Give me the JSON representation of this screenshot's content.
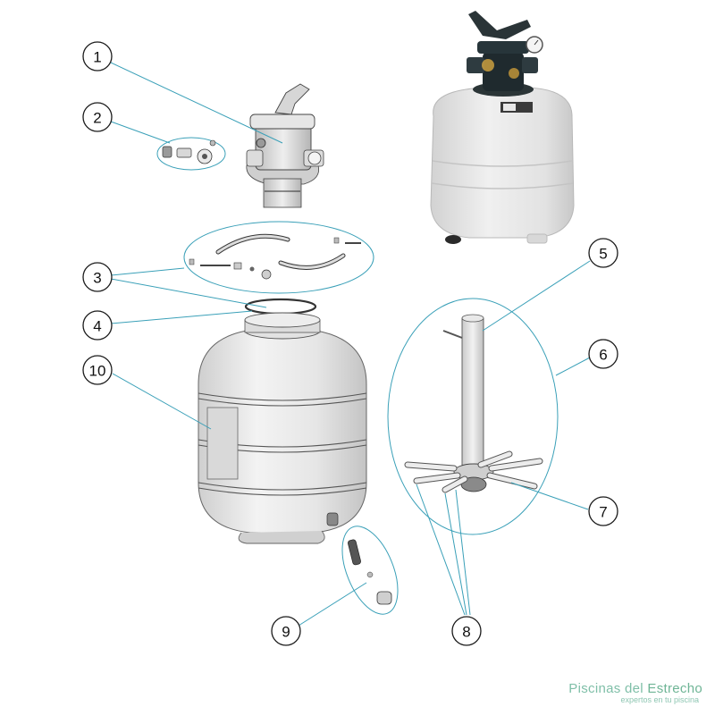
{
  "callouts": {
    "c1": "1",
    "c2": "2",
    "c3": "3",
    "c4": "4",
    "c5": "5",
    "c6": "6",
    "c7": "7",
    "c8": "8",
    "c9": "9",
    "c10": "10"
  },
  "logo": {
    "brand_prefix": "Piscinas del ",
    "brand_name": "Estrecho",
    "tagline": "expertos en tu piscina"
  },
  "colors": {
    "leader": "#3aa0b8",
    "tank_light": "#efefef",
    "tank_shade": "#d6d6d6",
    "valve_dark": "#1f2a2e",
    "logo": "#7fbfa8"
  }
}
